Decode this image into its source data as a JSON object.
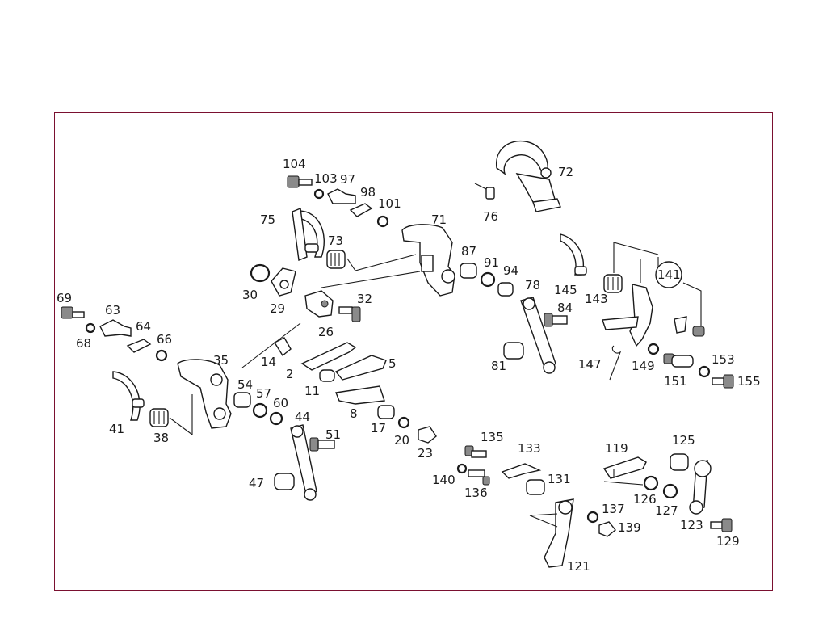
{
  "diagram": {
    "frame_color": "#7a1030",
    "callouts": [
      "104",
      "103",
      "97",
      "98",
      "101",
      "71",
      "72",
      "76",
      "75",
      "73",
      "30",
      "29",
      "32",
      "26",
      "87",
      "91",
      "94",
      "78",
      "84",
      "145",
      "143",
      "141",
      "69",
      "63",
      "64",
      "66",
      "68",
      "35",
      "14",
      "2",
      "5",
      "11",
      "8",
      "54",
      "57",
      "60",
      "44",
      "41",
      "38",
      "17",
      "20",
      "23",
      "81",
      "147",
      "149",
      "151",
      "153",
      "155",
      "51",
      "47",
      "135",
      "133",
      "140",
      "136",
      "131",
      "119",
      "125",
      "126",
      "127",
      "123",
      "129",
      "137",
      "139",
      "121"
    ]
  }
}
